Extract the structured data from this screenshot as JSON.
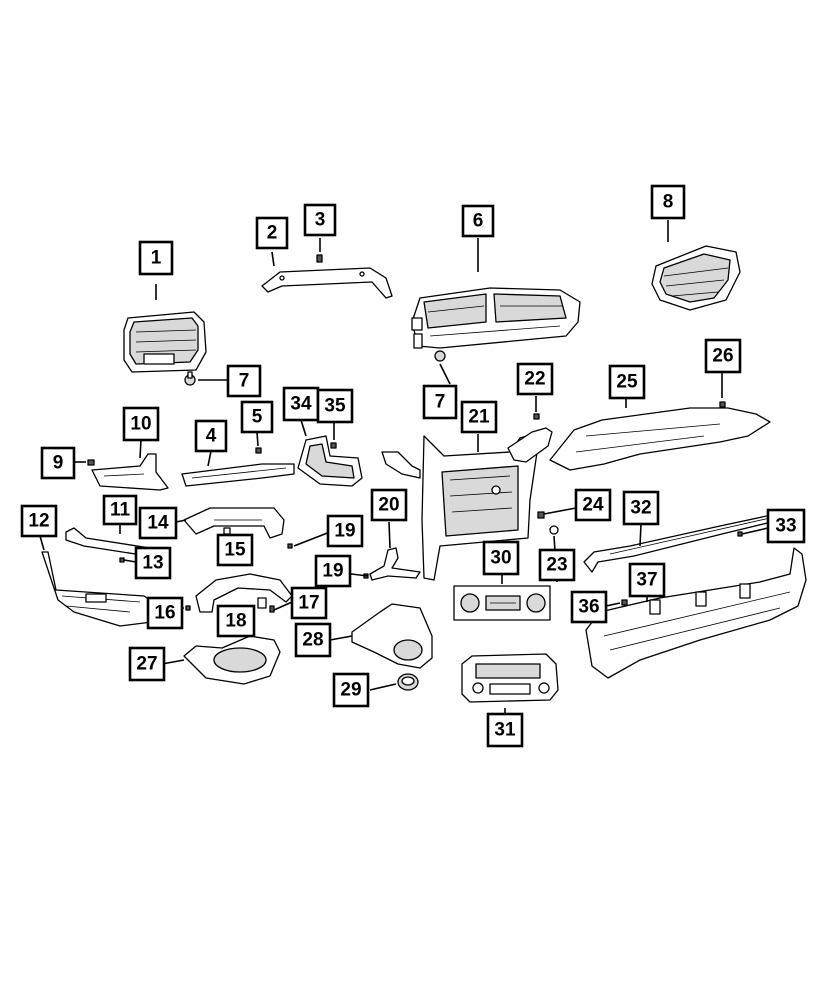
{
  "colors": {
    "line": "#000000",
    "background": "#ffffff",
    "shade": "#d9d9d9"
  },
  "labels": [
    "1",
    "2",
    "3",
    "4",
    "5",
    "6",
    "7",
    "8",
    "9",
    "10",
    "11",
    "12",
    "13",
    "14",
    "15",
    "16",
    "17",
    "18",
    "19",
    "20",
    "21",
    "22",
    "23",
    "24",
    "25",
    "26",
    "27",
    "28",
    "29",
    "30",
    "31",
    "32",
    "33",
    "34",
    "35",
    "36",
    "37"
  ],
  "labels_repeated": {
    "7": "7",
    "19": "19"
  }
}
